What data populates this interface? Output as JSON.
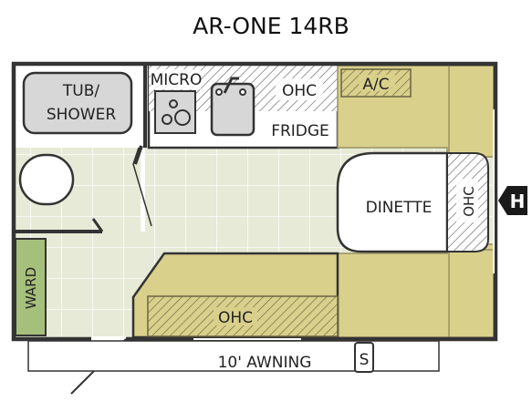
{
  "title": "AR-ONE 14RB",
  "labels": {
    "tub_shower_1": "TUB/",
    "tub_shower_2": "SHOWER",
    "micro": "MICRO",
    "ohc_kitchen": "OHC",
    "ac": "A/C",
    "fridge": "FRIDGE",
    "dinette": "DINETTE",
    "ohc_end": "OHC",
    "hitch": "H",
    "ward": "WARD",
    "ohc_bed": "OHC",
    "awning": "10' AWNING",
    "s_marker": "S"
  },
  "colors": {
    "wall": "#333333",
    "floor": "#e6ead6",
    "cushion": "#d9d08c",
    "cushion_edge": "#9a9060",
    "ward": "#a5c07a",
    "fixture_gray": "#d7d7d7",
    "hatch": "#555555"
  }
}
